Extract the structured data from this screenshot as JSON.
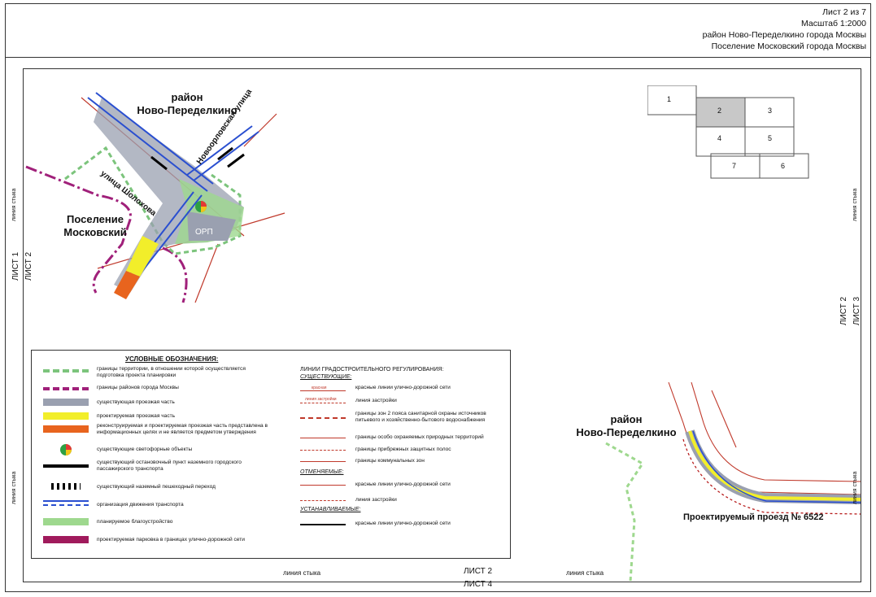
{
  "header": {
    "sheet": "Лист 2 из 7",
    "scale": "Масштаб 1:2000",
    "district": "район Ново-Переделкино города Москвы",
    "settlement": "Поселение Московский города Москвы"
  },
  "map": {
    "district_label": "район\nНово-Переделкино",
    "settlement_label": "Поселение\nМосковский",
    "street_sholokhova": "улица Шолохова",
    "street_novoorlovskaya": "Новоорловская улица",
    "orp_label": "ОРП",
    "district_label_2": "район\nНово-Переделкино",
    "proposed_road": "Проектируемый проезд № 6522"
  },
  "sheet_labels": {
    "list1": "ЛИСТ 1",
    "list2_left": "ЛИСТ 2",
    "list2_right": "ЛИСТ 2",
    "list3": "ЛИСТ 3",
    "list2_bottom": "ЛИСТ 2",
    "list4": "ЛИСТ 4",
    "joint_left_top": "линия стыка",
    "joint_left_bottom": "линия стыка",
    "joint_right_top": "линия стыка",
    "joint_right_bottom": "линия стыка",
    "joint_bottom_left": "линия стыка",
    "joint_bottom_right": "линия стыка"
  },
  "index_map": {
    "cells": [
      "1",
      "2",
      "3",
      "4",
      "5",
      "6",
      "7"
    ]
  },
  "legend": {
    "title": "УСЛОВНЫЕ ОБОЗНАЧЕНИЯ:",
    "left_items": [
      {
        "text": "границы территории, в отношении которой осуществляется подготовка проекта планировки",
        "color": "#7cc47c"
      },
      {
        "text": "границы районов города Москвы",
        "color": "#a0207a"
      },
      {
        "text": "существующая проезжая часть",
        "color": "#9aa0b0"
      },
      {
        "text": "проектируемая проезжая часть",
        "color": "#f2ee2a"
      },
      {
        "text": "реконструируемая и проектируемая проезжая часть представлена в информационных целях и не является предметом утверждения",
        "color": "#e8641e"
      },
      {
        "text": "существующие светофорные объекты",
        "color": ""
      },
      {
        "text": "существующий остановочный пункт наземного городского пассажирского транспорта",
        "color": "#000000"
      },
      {
        "text": "существующий наземный пешеходный переход",
        "color": "#000000"
      },
      {
        "text": "организация движения транспорта",
        "color": "#2a4fd0"
      },
      {
        "text": "планируемое благоустройство",
        "color": "#9ed88e"
      },
      {
        "text": "проектируемая парковка в границах улично-дорожной сети",
        "color": "#a01a5c"
      }
    ],
    "right_header": "ЛИНИИ ГРАДОСТРОИТЕЛЬНОГО РЕГУЛИРОВАНИЯ:",
    "existing_header": "СУЩЕСТВУЮЩИЕ:",
    "existing_items": [
      "красные линии улично-дорожной сети",
      "линия застройки",
      "границы зон 2 пояса санитарной охраны источников питьевого и хозяйственно-бытового водоснабжения",
      "границы особо охраняемых природных территорий",
      "границы прибрежных защитных полос",
      "границы коммунальных зон"
    ],
    "cancelled_header": "ОТМЕНЯЕМЫЕ:",
    "cancelled_items": [
      "красные линии улично-дорожной сети",
      "линия застройки"
    ],
    "established_header": "УСТАНАВЛИВАЕМЫЕ:",
    "established_items": [
      "красные линии улично-дорожной сети"
    ],
    "swatch_red_caption": "красная",
    "swatch_build_caption": "линия застройки"
  }
}
